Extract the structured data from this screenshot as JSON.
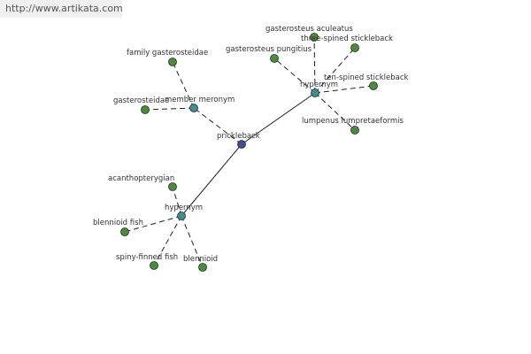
{
  "watermark": "http://www.artikata.com",
  "colors": {
    "root": "#444a9a",
    "relation": "#3f8e8e",
    "term": "#4a8c3a",
    "outline": "#2a2a2a",
    "edge": "#222222"
  },
  "graph": {
    "nodes": [
      {
        "id": "root",
        "kind": "root",
        "label": "prickleback"
      },
      {
        "id": "meronym",
        "kind": "relation",
        "label": "member meronym"
      },
      {
        "id": "hyp_top",
        "kind": "relation",
        "label": "hypernym"
      },
      {
        "id": "hyp_bottom",
        "kind": "relation",
        "label": "hypernym"
      },
      {
        "id": "family_gasterosteidae",
        "kind": "term",
        "label": "family gasterosteidae"
      },
      {
        "id": "gasterosteidae",
        "kind": "term",
        "label": "gasterosteidae"
      },
      {
        "id": "gasterosteus_aculeatus",
        "kind": "term",
        "label": "gasterosteus aculeatus"
      },
      {
        "id": "three_spined",
        "kind": "term",
        "label": "three-spined stickleback"
      },
      {
        "id": "gasterosteus_pungitius",
        "kind": "term",
        "label": "gasterosteus pungitius"
      },
      {
        "id": "ten_spined",
        "kind": "term",
        "label": "ten-spined stickleback"
      },
      {
        "id": "lumpenus",
        "kind": "term",
        "label": "lumpenus lumpretaeformis"
      },
      {
        "id": "acanthopterygian",
        "kind": "term",
        "label": "acanthopterygian"
      },
      {
        "id": "blennioid_fish",
        "kind": "term",
        "label": "blennioid fish"
      },
      {
        "id": "spiny_finned",
        "kind": "term",
        "label": "spiny-finned fish"
      },
      {
        "id": "blennioid",
        "kind": "term",
        "label": "blennioid"
      }
    ],
    "edges": [
      {
        "from": "root",
        "to": "meronym",
        "style": "dashed"
      },
      {
        "from": "root",
        "to": "hyp_top",
        "style": "solid"
      },
      {
        "from": "root",
        "to": "hyp_bottom",
        "style": "solid"
      },
      {
        "from": "meronym",
        "to": "family_gasterosteidae",
        "style": "dashed"
      },
      {
        "from": "meronym",
        "to": "gasterosteidae",
        "style": "dashed"
      },
      {
        "from": "hyp_top",
        "to": "gasterosteus_aculeatus",
        "style": "dashed"
      },
      {
        "from": "hyp_top",
        "to": "three_spined",
        "style": "dashed"
      },
      {
        "from": "hyp_top",
        "to": "gasterosteus_pungitius",
        "style": "dashed"
      },
      {
        "from": "hyp_top",
        "to": "ten_spined",
        "style": "dashed"
      },
      {
        "from": "hyp_top",
        "to": "lumpenus",
        "style": "dashed"
      },
      {
        "from": "hyp_bottom",
        "to": "acanthopterygian",
        "style": "dashed"
      },
      {
        "from": "hyp_bottom",
        "to": "blennioid_fish",
        "style": "dashed"
      },
      {
        "from": "hyp_bottom",
        "to": "spiny_finned",
        "style": "dashed"
      },
      {
        "from": "hyp_bottom",
        "to": "blennioid",
        "style": "dashed"
      }
    ]
  }
}
